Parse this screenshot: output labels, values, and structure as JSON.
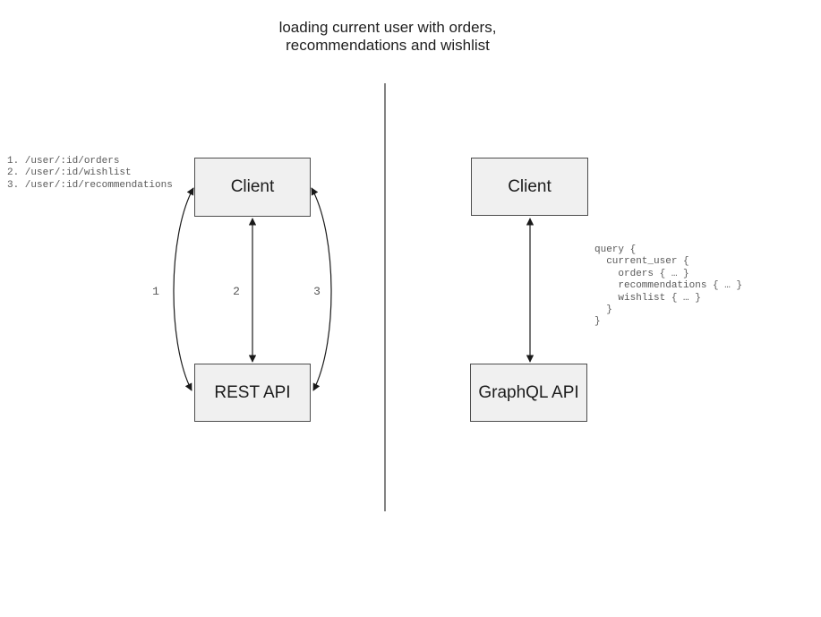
{
  "title": {
    "line1": "loading current user with orders,",
    "line2": "recommendations and wishlist"
  },
  "left_panel": {
    "endpoints": [
      "1. /user/:id/orders",
      "2. /user/:id/wishlist",
      "3. /user/:id/recommendations"
    ],
    "client_label": "Client",
    "api_label": "REST API",
    "arrow_labels": [
      "1",
      "2",
      "3"
    ]
  },
  "right_panel": {
    "client_label": "Client",
    "api_label": "GraphQL API",
    "query_lines": [
      "query {",
      "  current_user {",
      "    orders { … }",
      "    recommendations { … }",
      "    wishlist { … }",
      "  }",
      "}"
    ]
  },
  "colors": {
    "background": "#ffffff",
    "box_fill": "#f0f0f0",
    "box_border": "#4d4d4d",
    "text": "#1f1f1f",
    "mono_text": "#595959",
    "divider": "#4d4d4d",
    "arrow": "#1a1a1a"
  }
}
